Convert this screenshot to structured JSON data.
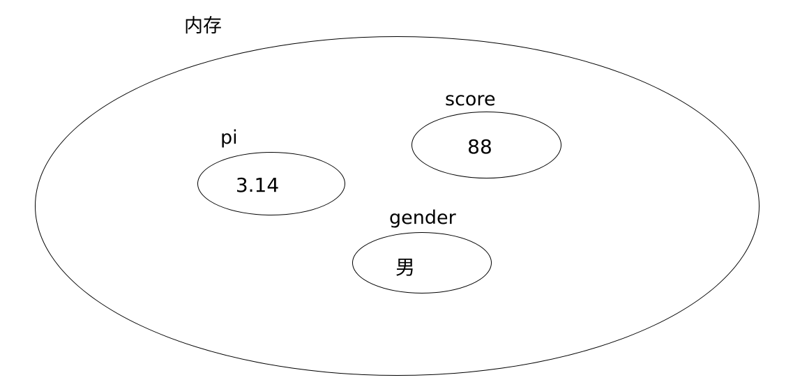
{
  "diagram": {
    "title": "内存",
    "description": "memory-variables-venn-diagram",
    "variables": [
      {
        "name": "pi",
        "value": "3.14"
      },
      {
        "name": "score",
        "value": "88"
      },
      {
        "name": "gender",
        "value": "男"
      }
    ]
  },
  "colors": {
    "stroke": "#000000",
    "background": "#ffffff",
    "text": "#000000"
  }
}
